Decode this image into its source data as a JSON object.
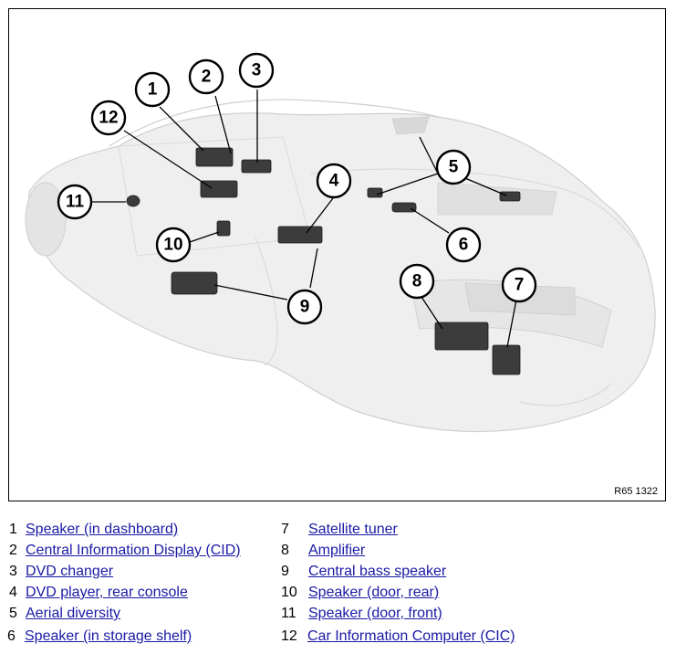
{
  "figure": {
    "reference_code": "R65 1322",
    "callouts": [
      "1",
      "2",
      "3",
      "4",
      "5",
      "6",
      "7",
      "8",
      "9",
      "10",
      "11",
      "12"
    ]
  },
  "legend": {
    "items": [
      {
        "num": "1",
        "label": "Speaker (in dashboard)"
      },
      {
        "num": "2",
        "label": "Central Information Display (CID)"
      },
      {
        "num": "3",
        "label": "DVD changer"
      },
      {
        "num": "4",
        "label": "DVD player, rear console"
      },
      {
        "num": "5",
        "label": "Aerial diversity"
      },
      {
        "num": "6",
        "label": "Speaker (in storage shelf)"
      },
      {
        "num": "7",
        "label": "Satellite tuner"
      },
      {
        "num": "8",
        "label": "Amplifier"
      },
      {
        "num": "9",
        "label": "Central bass speaker"
      },
      {
        "num": "10",
        "label": "Speaker (door, rear)"
      },
      {
        "num": "11",
        "label": "Speaker (door, front)"
      },
      {
        "num": "12",
        "label": "Car Information Computer (CIC)"
      }
    ]
  },
  "colors": {
    "link": "#1a1aa6",
    "car_body": "#ebebeb",
    "car_outline": "#d4d4d4",
    "component": "#3c3c3c"
  }
}
